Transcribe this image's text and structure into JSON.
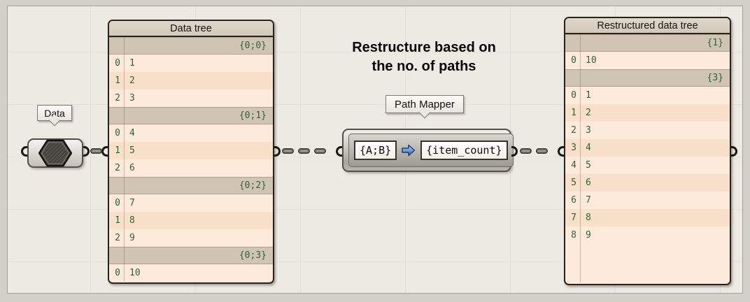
{
  "colors": {
    "canvas_bg": "#edeae3",
    "panel_row_bg": "#fdeada",
    "panel_row_alt_bg": "#f8e0cb",
    "path_header_bg": "#cfc5b2",
    "panel_title_bg": "#d7cfc1",
    "panel_text_green": "#2e6238",
    "arrow_blue": "#3b77c9"
  },
  "annotation": {
    "line1": "Restructure based on",
    "line2": "the no. of paths"
  },
  "data_param": {
    "label": "Data",
    "icon": "hexagon-icon"
  },
  "path_mapper": {
    "label": "Path Mapper",
    "source_pattern": "{A;B}",
    "target_pattern": "{item_count}",
    "arrow_icon": "right-arrow-icon"
  },
  "data_tree_panel": {
    "title": "Data tree",
    "groups": [
      {
        "path": "{0;0}",
        "items": [
          "1",
          "2",
          "3"
        ]
      },
      {
        "path": "{0;1}",
        "items": [
          "4",
          "5",
          "6"
        ]
      },
      {
        "path": "{0;2}",
        "items": [
          "7",
          "8",
          "9"
        ]
      },
      {
        "path": "{0;3}",
        "items": [
          "10"
        ]
      }
    ]
  },
  "restructured_panel": {
    "title": "Restructured data tree",
    "groups": [
      {
        "path": "{1}",
        "items": [
          "10"
        ]
      },
      {
        "path": "{3}",
        "items": [
          "1",
          "2",
          "3",
          "4",
          "5",
          "6",
          "7",
          "8",
          "9"
        ]
      }
    ]
  }
}
